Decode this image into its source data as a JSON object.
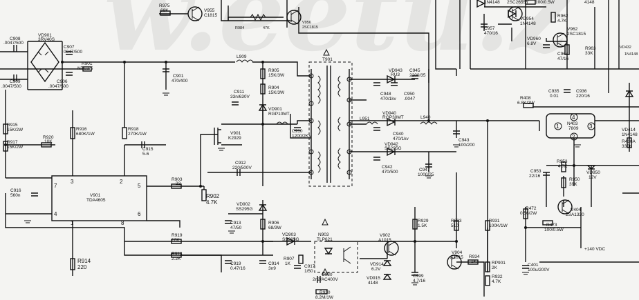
{
  "watermark": "w.eetu.z",
  "labels": {
    "R975": "R975",
    "R975v": "68K",
    "V955": "V955",
    "V955v": "C1815",
    "R984": "R984",
    "R984v": "47K",
    "V956": "V956",
    "V956v": "2SC1815",
    "VD901": "VD901",
    "VD901v": "3RV40S",
    "C908": "C908",
    "C908v": ".0047/500",
    "C907": "C907",
    "C907v": "0047/500",
    "C909": "C909",
    "C909v": ".0047/500",
    "C906": "C906",
    "C906v": ".0047/500",
    "R901": "R901",
    "R901v": "NTC2.5",
    "L909": "L909",
    "C901": "C901",
    "C901v": "470/400",
    "R905": "R905",
    "R905v": "15K/3W",
    "R904": "R904",
    "R904v": "15K/3W",
    "C911": "C911",
    "C911v": "33n/630V",
    "VD901b": "VD901",
    "VD901bv": "RGP10MT",
    "T901": "T901",
    "VD943": "VD943",
    "VD943v": "RU3",
    "C945": "C945",
    "C945v": "2200/35",
    "C948": "C948",
    "C948v": "470/1kv",
    "C950": "C950",
    "C950v": ".0047",
    "VD940": "VD940",
    "VD940v": "RGP30MT",
    "L951": "L951",
    "L940": "L940",
    "C940": "C940",
    "C940v": "470/1kv",
    "C943": "C943",
    "C943v": "100/200",
    "VD942": "VD942",
    "VD942v": "SS295G",
    "C942": "C942",
    "C942v": "470/500",
    "C947": "C947",
    "C947v": "1000/25",
    "R915": "R915",
    "R915v": "15K/2W",
    "R917": "R917",
    "R917v": "15K/2W",
    "R920": "R920",
    "R920v": "10K",
    "R916": "R916",
    "R916v": "680K/1W",
    "R918": "R918",
    "R918v": "270K/1W",
    "C915": "C915",
    "C915v": "5-6",
    "V901": "V901",
    "V901v": "K2929",
    "C910": "C910",
    "C910v": "1200/2KV",
    "C912": "C912",
    "C912v": "220/500V",
    "C916": "C916",
    "C916v": "560n",
    "IC901": "V901",
    "IC901v": "TDA4605",
    "pin3": "3",
    "pin2": "2",
    "pin5": "5",
    "pin7": "7",
    "pin4": "4",
    "pin1": "1",
    "pin8": "8",
    "pin6": "6",
    "R903": "R903",
    "R903v": "22",
    "R902": "R902",
    "R902v": "4.7K",
    "VD902": "VD902",
    "VD902v": "SS295G",
    "C913": "C913",
    "C913v": "47/50",
    "R906": "R906",
    "R906v": "68/3W",
    "R919": "R919",
    "R919v": "10K",
    "R913": "R913",
    "R913v": "2.2K",
    "R914": "R914",
    "R914v": "220",
    "C919": "C919",
    "C919v": "0.47/16",
    "C914": "C914",
    "C914v": "3n9",
    "VD903": "VD903",
    "VD903v": "SS295G",
    "R907": "R907",
    "R907v": "1K",
    "N903": "N903",
    "N903v": "TLP621",
    "C917": "C917",
    "C917v": "1/50",
    "C930": "C930",
    "C930v": "2n2/AC400V",
    "R930": "R930",
    "R930v": "8.2M/1W",
    "V902": "V902",
    "V902v": "A1015",
    "VD914": "VD914",
    "VD914v": "6.2V",
    "VD915": "VD915",
    "VD915v": "4148",
    "R929": "R929",
    "R929v": "1.5K",
    "C999": "C999",
    "C999v": "4.7/16",
    "R933": "R933",
    "R933v": "510",
    "V904": "V904",
    "V904v": "A1015",
    "R934": "R934",
    "R934v": "1K",
    "R931": "R931",
    "R931v": "100K/1W",
    "RP901": "RP901",
    "RP901v": "2K",
    "R932": "R932",
    "R932v": "4.7K",
    "top1": "1N4148",
    "top2": "2SC2655Y",
    "top3": "100/0.5W",
    "top4": "4148",
    "VD954": "VD954",
    "VD954v": "1N4148",
    "C957": "C957",
    "C957v": "470/16",
    "R962": "R962",
    "R962v": "4.7K",
    "V962": "V962",
    "V962v": "2SC1815",
    "VD960": "VD960",
    "VD960v": "6.8V",
    "R963": "R963",
    "R963v": "33K",
    "C964": "C964",
    "C964v": "47/16",
    "R408": "R408",
    "R408v": "6.8K/2W",
    "C935": "C935",
    "C935v": "0.01",
    "C936": "C936",
    "C936v": "220/16",
    "N403": "N403",
    "N403v": "7809",
    "n4": "4",
    "n1": "1",
    "n3": "3",
    "n2": "2",
    "VD414": "VD414",
    "VD414v": "1N4148",
    "R410": "R410A",
    "R410v": "330K",
    "R953": "R953",
    "R953v": "4.7K",
    "C953": "C953",
    "C953v": "22/16",
    "R950": "R950",
    "R950v": "39K",
    "VD950": "VD950",
    "VD950v": "12V",
    "R472": "R472",
    "R472v": "0.56/2W",
    "V404": "V404",
    "V404v": "2SA1320",
    "R473": "R473",
    "R473v": "100/0.5W",
    "C401": "C401",
    "C401v": "100u/200V",
    "vdc": "+140 VDC",
    "vd4148side": "VD432",
    "vd4148side2": "1N4148"
  }
}
